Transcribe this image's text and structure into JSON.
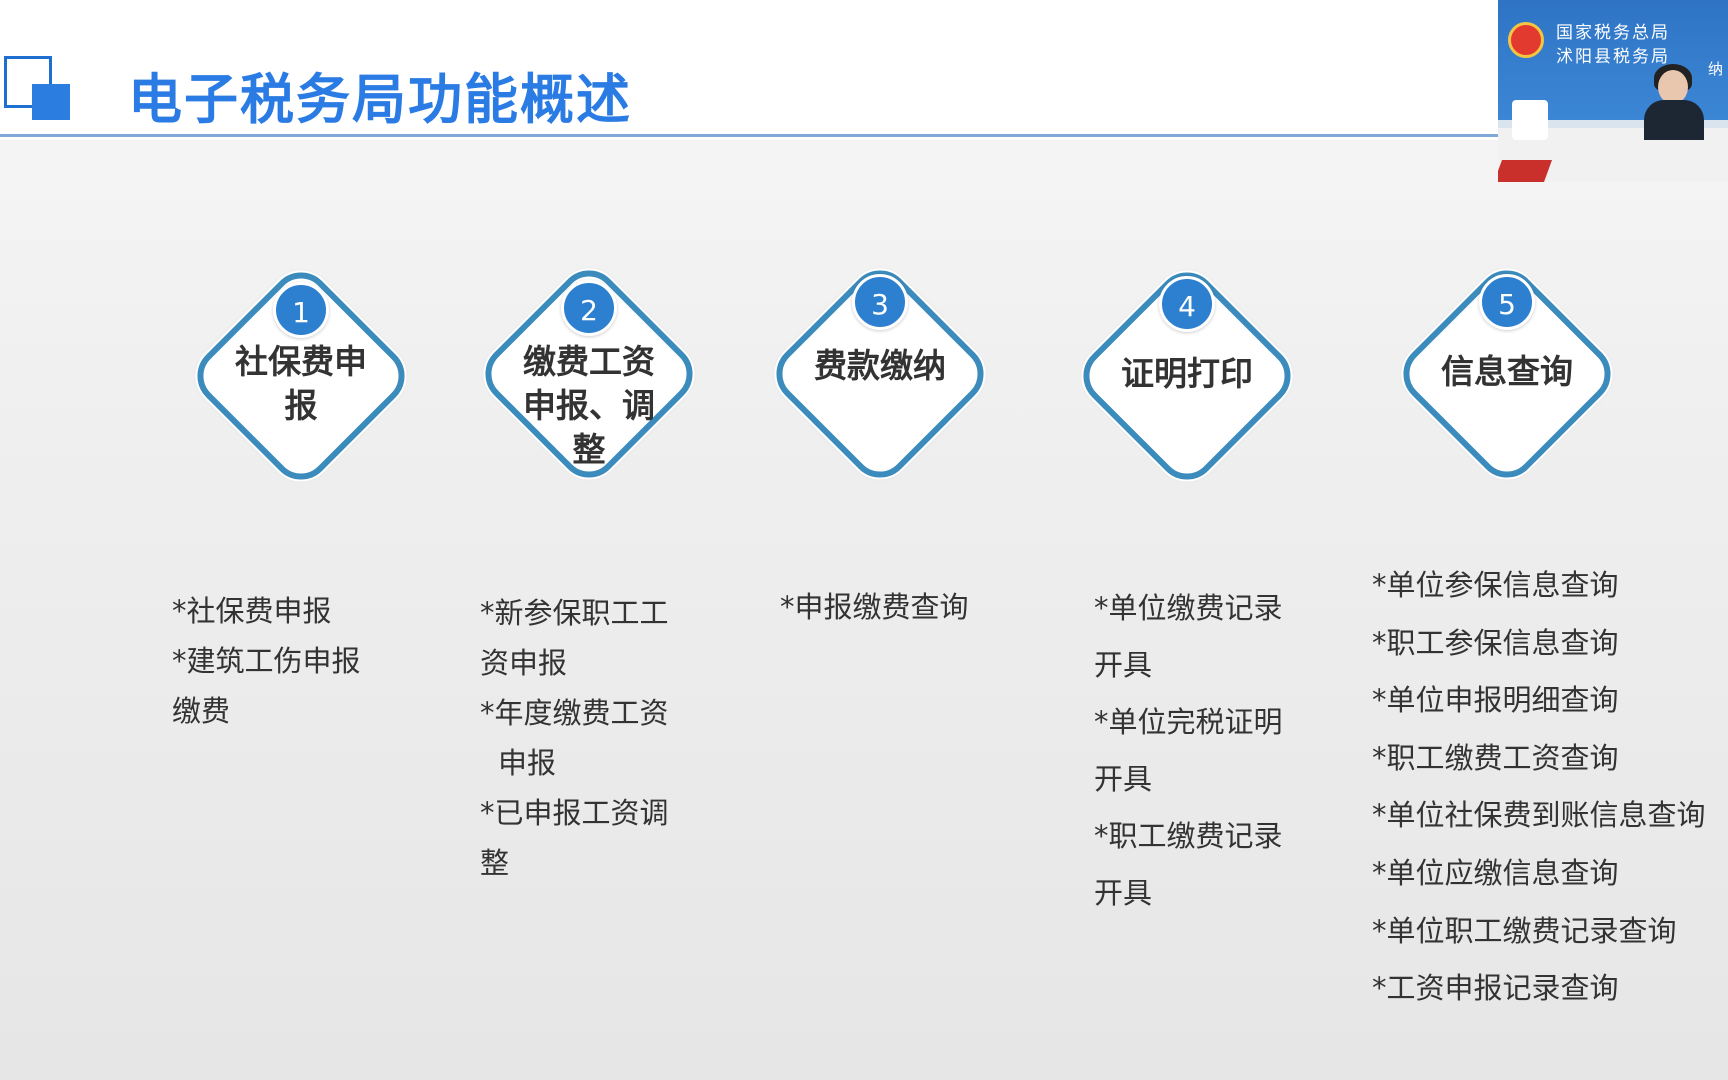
{
  "slide": {
    "title": "电子税务局功能概述"
  },
  "video": {
    "line1": "国家税务总局",
    "line2": "沭阳县税务局",
    "edge_text": "纳"
  },
  "steps": [
    {
      "number": "1",
      "label_lines": [
        "社保费申",
        "报"
      ]
    },
    {
      "number": "2",
      "label_lines": [
        "缴费工资",
        "申报、调",
        "整"
      ]
    },
    {
      "number": "3",
      "label_lines": [
        "费款缴纳"
      ]
    },
    {
      "number": "4",
      "label_lines": [
        "证明打印"
      ]
    },
    {
      "number": "5",
      "label_lines": [
        "信息查询"
      ]
    }
  ],
  "columns": [
    [
      "*社保费申报",
      "*建筑工伤申报",
      "缴费"
    ],
    [
      "*新参保职工工",
      "资申报",
      "*年度缴费工资",
      "申报",
      "*已申报工资调",
      "整"
    ],
    [
      "*申报缴费查询"
    ],
    [
      "*单位缴费记录",
      "开具",
      "*单位完税证明",
      "开具",
      "*职工缴费记录",
      "开具"
    ],
    [
      "*单位参保信息查询",
      "*职工参保信息查询",
      "*单位申报明细查询",
      "*职工缴费工资查询",
      "*单位社保费到账信息查询",
      "*单位应缴信息查询",
      "*单位职工缴费记录查询",
      "*工资申报记录查询"
    ]
  ]
}
